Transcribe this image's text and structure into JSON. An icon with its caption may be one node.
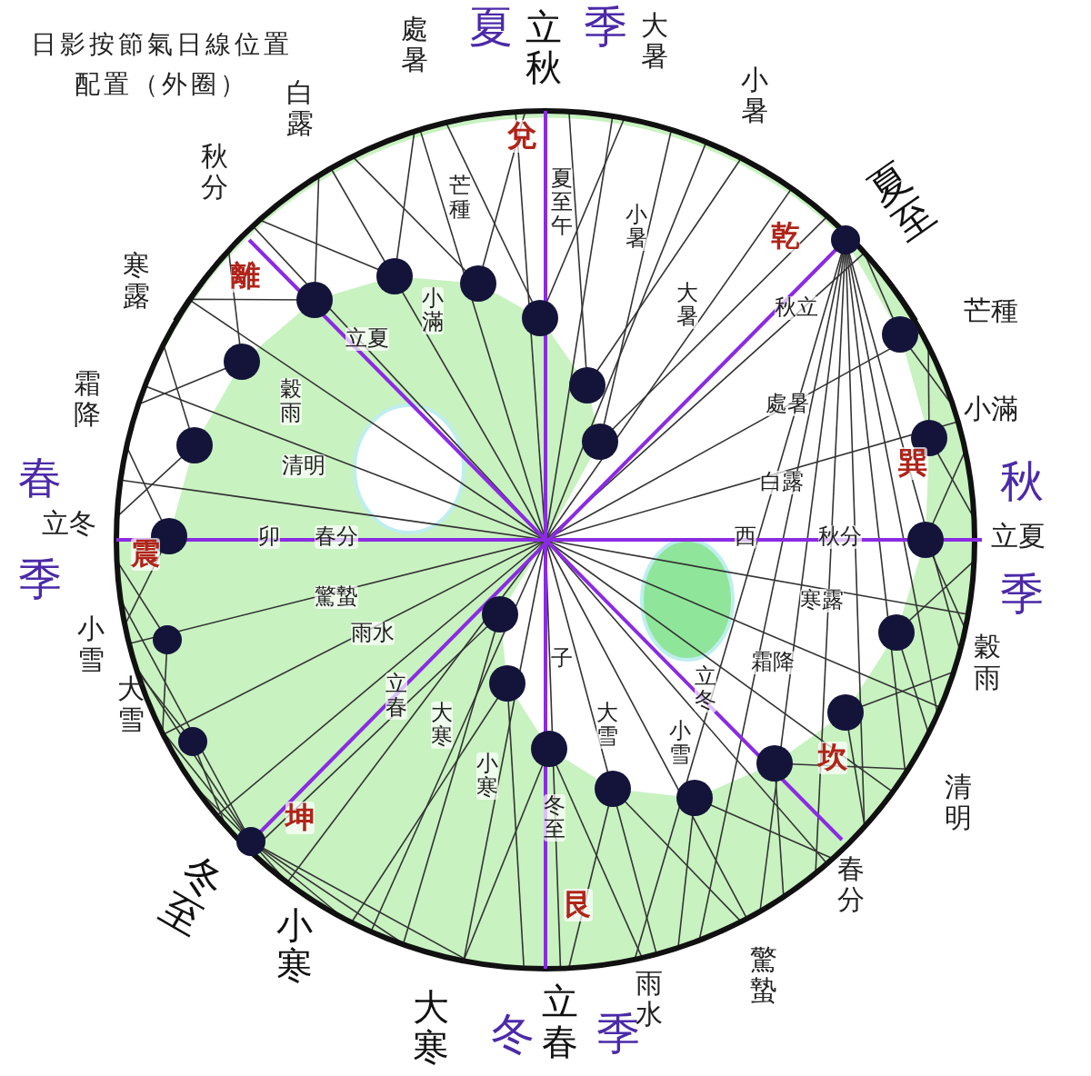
{
  "diagram": {
    "title": "日影按節氣日線位置配置（外圈）",
    "labels": [
      "處暑",
      "夏",
      "立秋",
      "季",
      "大暑",
      "小暑",
      "夏至",
      "芒種",
      "小滿",
      "秋",
      "立夏",
      "季",
      "穀雨",
      "清明",
      "春分",
      "驚蟄",
      "雨水",
      "冬",
      "立春",
      "季",
      "大寒",
      "小寒",
      "冬至",
      "大雪",
      "小雪",
      "春",
      "立冬",
      "季",
      "霜降",
      "寒露",
      "秋分",
      "白露",
      "兌",
      "乾",
      "巽",
      "坎",
      "艮",
      "坤",
      "震",
      "離",
      "芒種",
      "夏至午",
      "小暑",
      "大暑",
      "秋立",
      "處暑",
      "白露",
      "西",
      "秋分",
      "寒露",
      "霜降",
      "立冬",
      "小雪",
      "大雪",
      "子",
      "冬至",
      "小寒",
      "大寒",
      "立春",
      "雨水",
      "驚蟄",
      "卯",
      "春分",
      "清明",
      "穀雨",
      "立夏",
      "小滿"
    ]
  }
}
